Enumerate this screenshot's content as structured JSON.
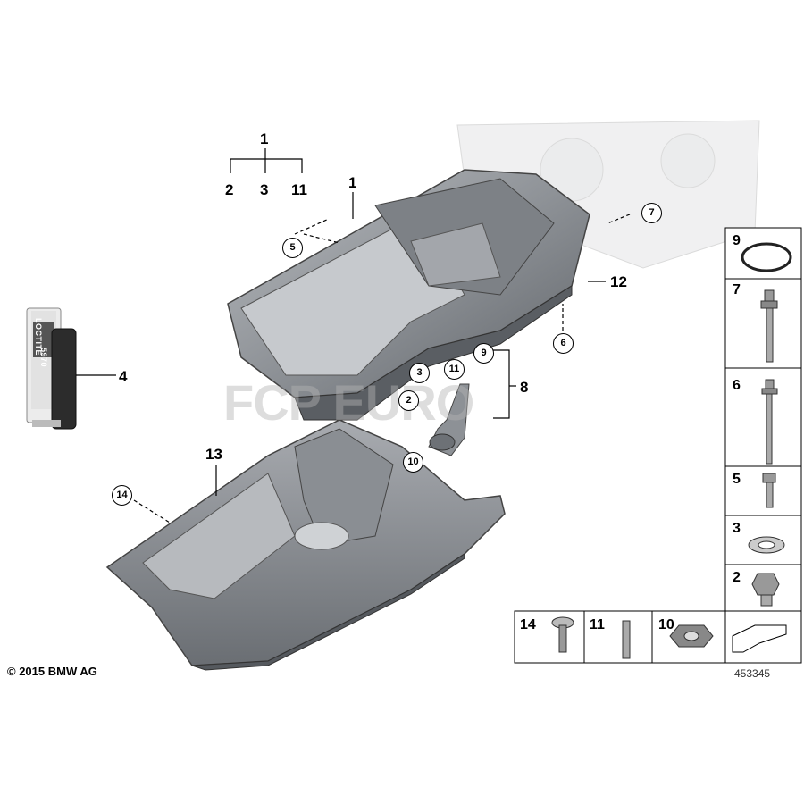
{
  "top_group": {
    "parent": "1",
    "children": [
      "2",
      "3",
      "11"
    ]
  },
  "labels": {
    "pan_upper": "1",
    "sealant": "4",
    "sensor_group": "8",
    "guide": "12",
    "pan_lower": "13"
  },
  "callouts": [
    "5",
    "7",
    "6",
    "3",
    "2",
    "11",
    "9",
    "10",
    "14"
  ],
  "sealant_brand": "LOCTITE",
  "sealant_code": "5970",
  "parts_table_right": [
    "9",
    "7",
    "6",
    "5",
    "3",
    "2"
  ],
  "parts_table_bottom": [
    "14",
    "11",
    "10"
  ],
  "copyright": "© 2015 BMW AG",
  "diagram_number": "453345",
  "watermark": "FCP EURO"
}
